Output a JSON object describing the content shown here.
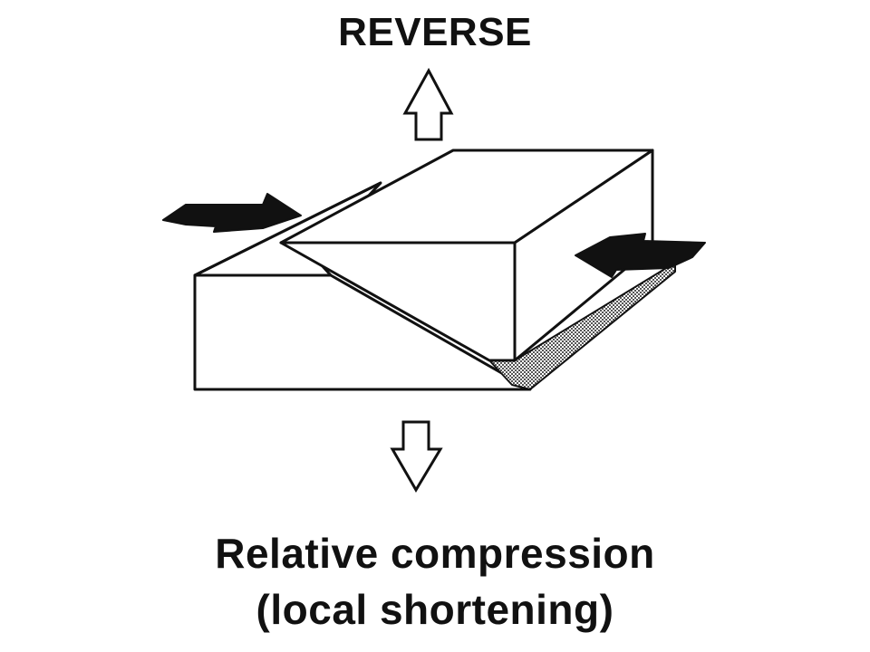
{
  "diagram": {
    "title": "REVERSE",
    "caption_line1": "Relative compression",
    "caption_line2": "(local shortening)",
    "fault_plane_fill": "#8c8c8c",
    "stroke_color": "#111111",
    "arrow_fill": "#111111"
  }
}
